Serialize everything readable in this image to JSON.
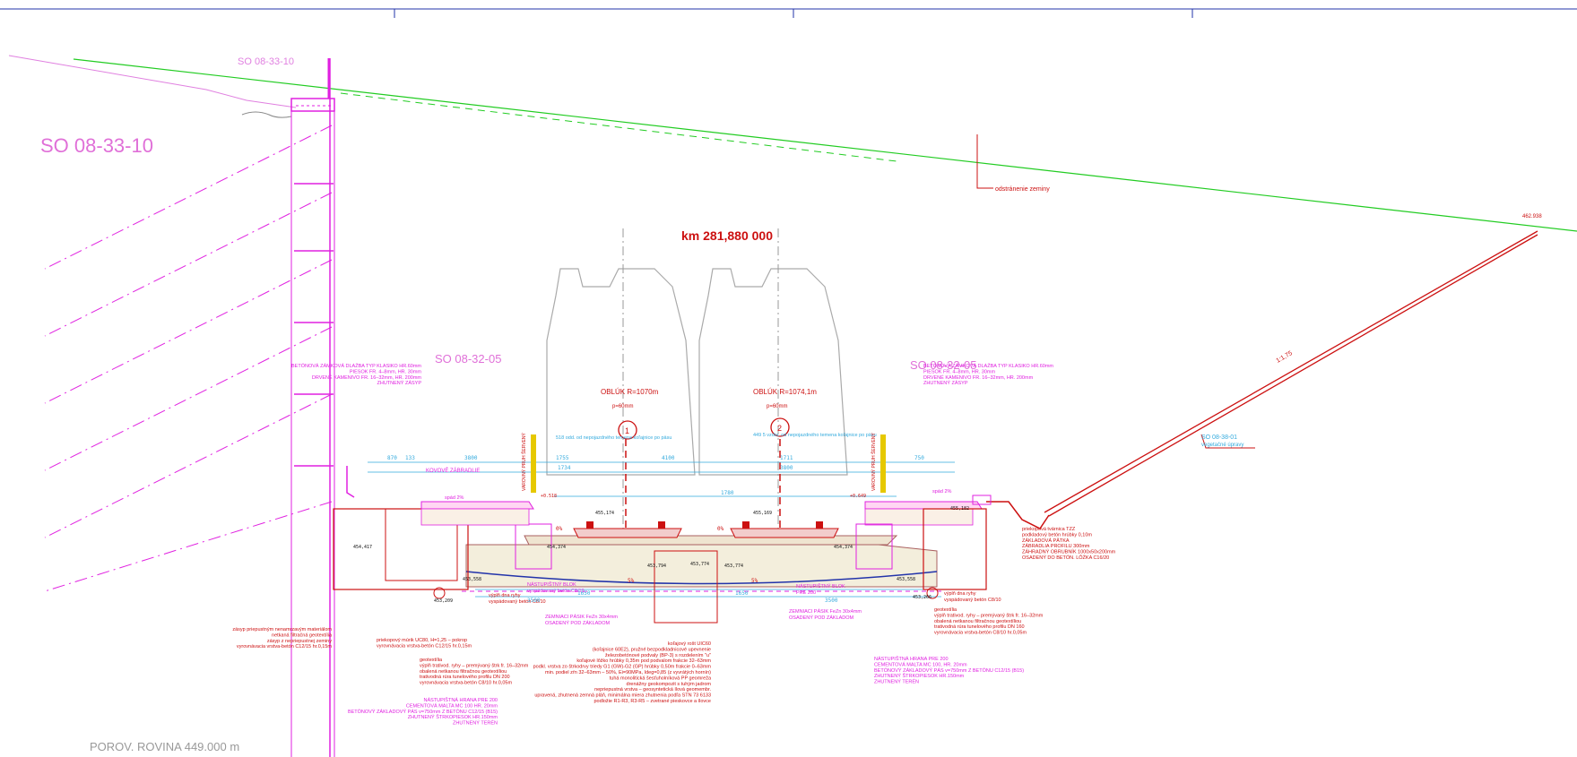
{
  "labels": {
    "so_top": "SO 08-33-10",
    "so_big": "SO 08-33-10",
    "so_left": "SO 08-32-05",
    "so_right": "SO 08-32-05",
    "km": "km 281,880 000",
    "odstranenie": "odstránenie zeminy",
    "elev_top_right": "462.938",
    "slope_ratio": "1:1,75",
    "so_veg": "SO 08-38-01",
    "so_veg_sub": "vegetačné úpravy",
    "porov": "POROV. ROVINA 449.000 m"
  },
  "tracks": [
    {
      "number": "1",
      "curve": "OBLÚK R=1070m",
      "p": "p=60mm"
    },
    {
      "number": "2",
      "curve": "OBLÚK R=1074,1m",
      "p": "p=60mm"
    }
  ],
  "notes": {
    "clear_left": "518 odd. od nepojazdného temena koľajnice po päsu",
    "clear_right": "449 5 vzdia. od nepojazdného temena koľajnice po päsu",
    "kovove_zabradlie": "KOVOVÉ ZÁBRADLIE",
    "spad_left": "spád 2%",
    "spad_right": "spád 2%",
    "zone_left": "VAROVNÝ PRUH ŠERVENÝ",
    "zone_right": "VAROVNÝ PRUH ŠERVENÝ",
    "nast_blok_left": "NÁSTUPIŠTNÝ BLOK\nvyspádovaný betón C8/10",
    "nast_blok_right": "NÁSTUPIŠTNÝ BLOK\nPRE 200",
    "zemn_pasik_left": "ZEMNIACI PÁSIK FeZn 30x4mm\nOSADENÝ POD ZÁKLADOM",
    "zemn_pasik_right": "ZEMNIACI PÁSIK FeZn 30x4mm\nOSADENÝ POD ZÁKLADOM",
    "vyplne_right": "výplň dna ryhy\nvyspádovaný betón C8/10",
    "vyplne_left": "výplň dna ryhy\nvyspádovaný betón C8/10"
  },
  "dims": {
    "top": [
      "870",
      "133",
      "3800",
      "1755",
      "1734",
      "4100",
      "1711",
      "3800",
      "750"
    ],
    "mid": [
      "1780",
      "1650",
      "1650",
      "3500",
      "3500"
    ],
    "percent": [
      "0%",
      "0%",
      "5%",
      "5%"
    ],
    "heights": [
      "+0.518",
      "+0.649",
      "455,174",
      "455,169",
      "454,374",
      "454,374",
      "453,794",
      "453,774",
      "453,774"
    ],
    "levels_left": [
      "454,417",
      "453,558",
      "453,209"
    ],
    "levels_right": [
      "455,182",
      "453,558",
      "453,266"
    ]
  },
  "legend_left_top": [
    "BETÓNOVÁ ZÁMKOVÁ DLAŽBA TYP KLASIKO HR.60mm",
    "PIESOK FR. 4–8mm, HR. 30mm",
    "DRVENÉ KAMENIVO FR. 16–32mm, HR. 200mm",
    "ZHUTNENÝ ZÁSYP"
  ],
  "legend_right_top": [
    "BETÓNOVÁ ZÁMKOVÁ DLAŽBA TYP KLASIKO HR.60mm",
    "PIESOK FR. 4–8mm, HR. 30mm",
    "DRVENÉ KAMENIVO FR. 16–32mm, HR. 200mm",
    "ZHUTNENÝ ZÁSYP"
  ],
  "legend_right_side": [
    "priekopová tvárnica TZZ",
    "podkladový betón hrúbky 0,10m",
    "ZÁKLADOVÁ PÄTKA",
    "ZÁBRADLIA PROFILU 300mm",
    "ZÁHRADNÝ OBRUBNÍK 1000x50x200mm",
    "OSADENÝ DO BETÓN. LÔŽKA C16/20"
  ],
  "legend_left_bottom": [
    "zásyp priepustným nenamrzavým materiálom",
    "netkaná filtračná geotextília",
    "zásyp z nepriepustnej zeminy",
    "vyrovnávacia vrstva-betón C12/15 hr.0,15m"
  ],
  "legend_left_mid": [
    "priekopový múrik UC80, H=1,25 – pokrop",
    "vyrovnávacia vrstva-betón C12/15 hr.0,15m"
  ],
  "legend_left_drain": [
    "geotextília",
    "výplň trativod. ryhy – premývaný štrk fr. 16–32mm",
    "obalená netkanou filtračnou geotextíliou",
    "trativodná rúra tunelového profilu DN 200",
    "vyrovnávacia vrstva-betón C8/10 hr.0,05m"
  ],
  "legend_left_base": [
    "NÁSTUPIŠTNÁ HRANA PRE 200",
    "CEMENTOVÁ MALTA MC 100 HR. 20mm",
    "BETÓNOVÝ ZÁKLADOVÝ PÁS v=750mm Z BETÓNU C12/15 (B15)",
    "ZHUTNENÝ ŠTRKOPIESOK HR.150mm",
    "ZHUTNENÝ TERÉN"
  ],
  "legend_center": [
    "koľajový rošt UIC60",
    "(koľajnice 60E2), pružné bezpodkladnicové upevnenie",
    "železobetónové podvaly (BP-3) s rozdelením \"u\"",
    "koľajové lôžko hrúbky 0,35m pod podvalom frakcie 32–63mm",
    "podkl. vrstva zo štrkodrvy triedy G1 (GW)-G2 (GP) hrúbky 0,50m frakcie 0–63mm",
    "min. podiel zŕn 32–63mm – 50%, Ei=90MPa, Ideg=0,85 (z vyvrátých hornín)",
    "tuhá monolitická šesťuholníková PP geomreža",
    "drenážny geokompozit s tuhým jadrom",
    "nepriepustná vrstva – geosyntetická ílová geomembr.",
    "upravená, zhutnená zemná pláň, minimálna miera zhutnenia podľa STN 73 6133",
    "podložie R1-R3, R3-R5 – zvetrané pieskovce a ílovce"
  ],
  "legend_right_drain": [
    "geotextília",
    "výplň trativod. ryhy – premývaný štrk fr. 16–32mm",
    "obalená netkanou filtračnou geotextíliou",
    "trativodná rúra tunelového profilu DN 160",
    "vyrovnávacia vrstva-betón C8/10 hr.0,05m"
  ],
  "legend_right_base": [
    "NÁSTUPIŠTNÁ HRANA PRE 200",
    "CEMENTOVÁ MALTA MC 100, HR. 20mm",
    "BETÓNOVÝ ZÁKLADOVÝ PÁS v=750mm Z BETÓNU C12/15 (B15)",
    "ZHUTNENÝ ŠTRKOPIESOK HR.150mm",
    "ZHUTNENÝ TERÉN"
  ],
  "colors": {
    "magenta": "#e020e0",
    "red": "#cc1010",
    "green": "#22cc22",
    "cyan": "#33aadd",
    "gray": "#888888",
    "blue": "#2233aa",
    "yellow": "#e6c800"
  }
}
